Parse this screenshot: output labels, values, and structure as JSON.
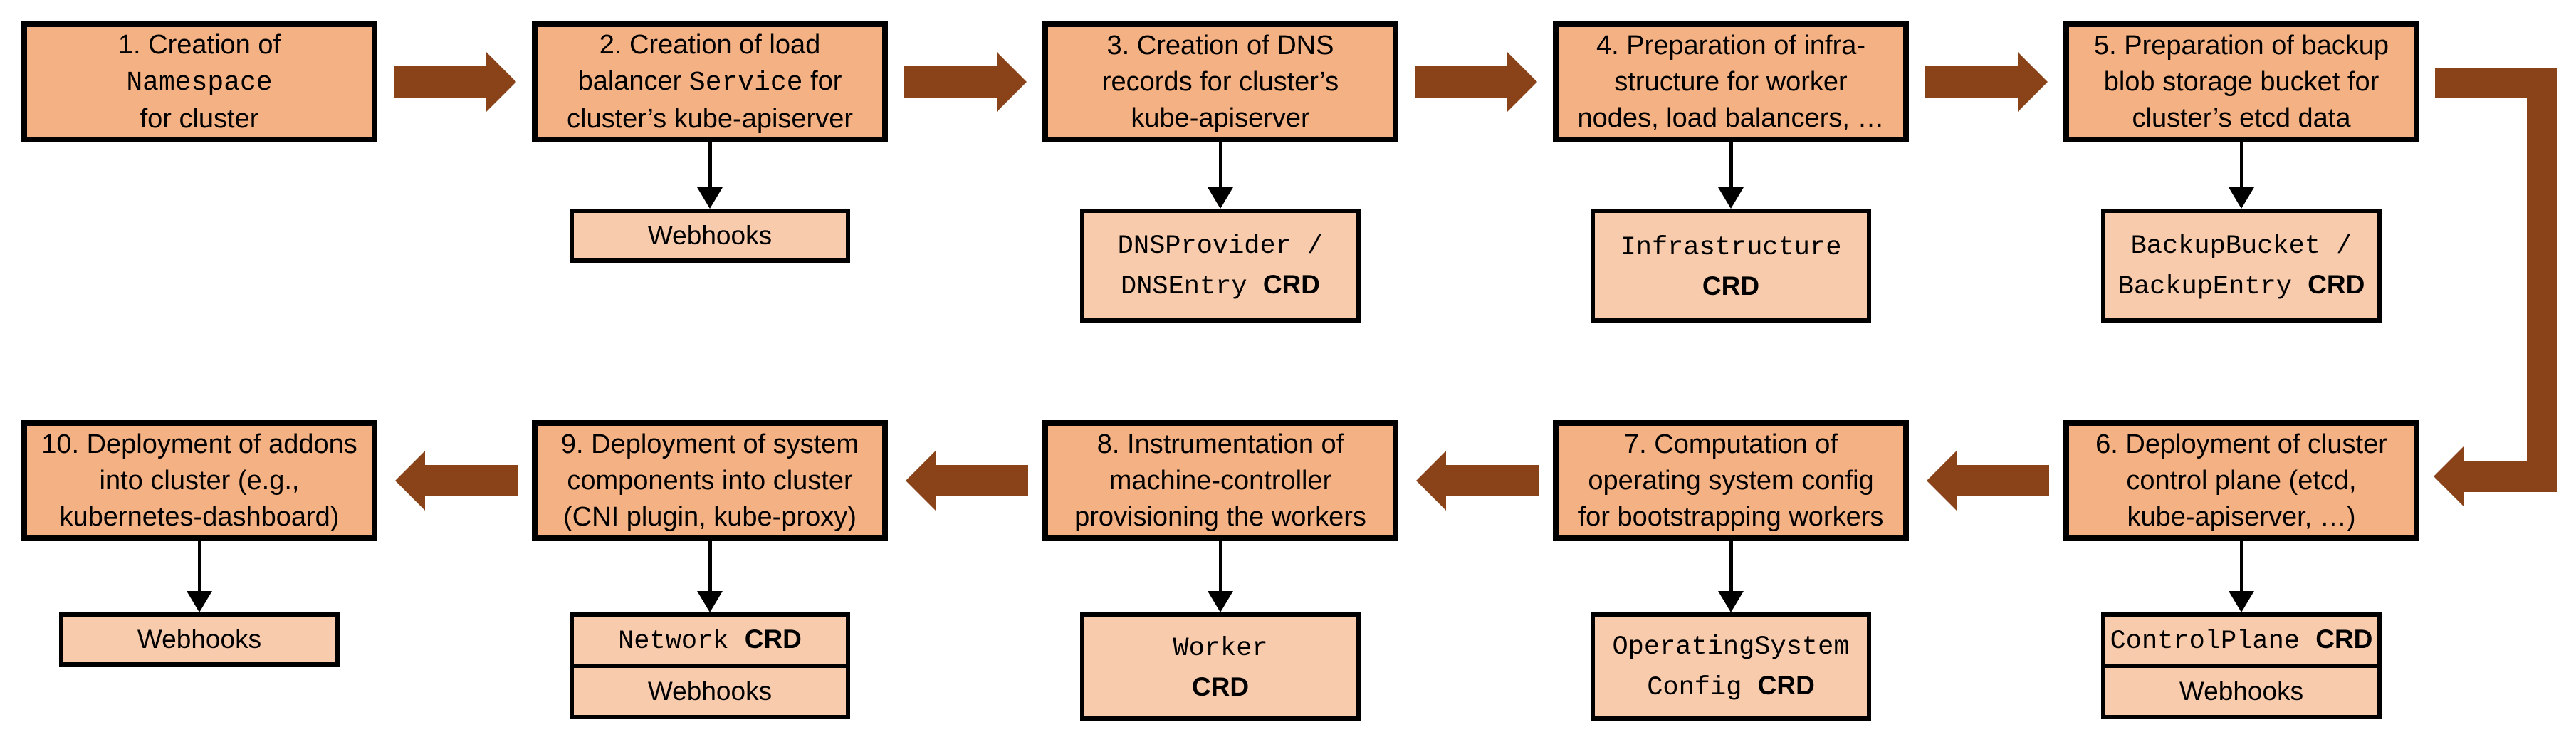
{
  "colors": {
    "background": "#FFFFFF",
    "step_fill": "#F4B183",
    "artifact_fill": "#F8CBAD",
    "box_border": "#000000",
    "flow_arrow": "#8A4318",
    "connector_arrow": "#000000"
  },
  "steps": [
    {
      "id": 1,
      "row": 0,
      "col": 0,
      "title_lines": [
        [
          {
            "t": "1. Creation of",
            "f": "s"
          }
        ],
        [
          {
            "t": "Namespace",
            "f": "m"
          }
        ],
        [
          {
            "t": "for cluster",
            "f": "s"
          }
        ]
      ],
      "artifacts": []
    },
    {
      "id": 2,
      "row": 0,
      "col": 1,
      "title_lines": [
        [
          {
            "t": "2. Creation of load",
            "f": "s"
          }
        ],
        [
          {
            "t": "balancer ",
            "f": "s"
          },
          {
            "t": "Service",
            "f": "m"
          },
          {
            "t": " for",
            "f": "s"
          }
        ],
        [
          {
            "t": "cluster’s kube-apiserver",
            "f": "s"
          }
        ]
      ],
      "artifacts": [
        {
          "name": "webhooks",
          "h": 76,
          "lines": [
            [
              {
                "t": "Webhooks",
                "f": "s"
              }
            ]
          ]
        }
      ]
    },
    {
      "id": 3,
      "row": 0,
      "col": 2,
      "title_lines": [
        [
          {
            "t": "3. Creation of DNS",
            "f": "s"
          }
        ],
        [
          {
            "t": "records for cluster’s",
            "f": "s"
          }
        ],
        [
          {
            "t": "kube-apiserver",
            "f": "s"
          }
        ]
      ],
      "artifacts": [
        {
          "name": "dnsprovider-dnsentry-crd",
          "h": 160,
          "lines": [
            [
              {
                "t": "DNSProvider /",
                "f": "m"
              }
            ],
            [
              {
                "t": "DNSEntry ",
                "f": "m"
              },
              {
                "t": "CRD",
                "f": "b"
              }
            ]
          ]
        }
      ]
    },
    {
      "id": 4,
      "row": 0,
      "col": 3,
      "title_lines": [
        [
          {
            "t": "4. Preparation of infra-",
            "f": "s"
          }
        ],
        [
          {
            "t": "structure for worker",
            "f": "s"
          }
        ],
        [
          {
            "t": "nodes, load balancers, …",
            "f": "s"
          }
        ]
      ],
      "artifacts": [
        {
          "name": "infrastructure-crd",
          "h": 160,
          "lines": [
            [
              {
                "t": "Infrastructure",
                "f": "m"
              }
            ],
            [
              {
                "t": "CRD",
                "f": "b"
              }
            ]
          ]
        }
      ]
    },
    {
      "id": 5,
      "row": 0,
      "col": 4,
      "title_lines": [
        [
          {
            "t": "5. Preparation of backup",
            "f": "s"
          }
        ],
        [
          {
            "t": "blob storage bucket for",
            "f": "s"
          }
        ],
        [
          {
            "t": "cluster’s etcd data",
            "f": "s"
          }
        ]
      ],
      "artifacts": [
        {
          "name": "backupbucket-backupentry-crd",
          "h": 160,
          "lines": [
            [
              {
                "t": "BackupBucket /",
                "f": "m"
              }
            ],
            [
              {
                "t": "BackupEntry ",
                "f": "m"
              },
              {
                "t": "CRD",
                "f": "b"
              }
            ]
          ]
        }
      ]
    },
    {
      "id": 6,
      "row": 1,
      "col": 4,
      "title_lines": [
        [
          {
            "t": "6. Deployment of cluster",
            "f": "s"
          }
        ],
        [
          {
            "t": "control plane (etcd,",
            "f": "s"
          }
        ],
        [
          {
            "t": "kube-apiserver, …)",
            "f": "s"
          }
        ]
      ],
      "artifacts": [
        {
          "name": "controlplane-crd",
          "h": 78,
          "lines": [
            [
              {
                "t": "ControlPlane ",
                "f": "m"
              },
              {
                "t": "CRD",
                "f": "b"
              }
            ]
          ]
        },
        {
          "name": "webhooks",
          "h": 78,
          "lines": [
            [
              {
                "t": "Webhooks",
                "f": "s"
              }
            ]
          ]
        }
      ]
    },
    {
      "id": 7,
      "row": 1,
      "col": 3,
      "title_lines": [
        [
          {
            "t": "7. Computation of",
            "f": "s"
          }
        ],
        [
          {
            "t": "operating system config",
            "f": "s"
          }
        ],
        [
          {
            "t": "for bootstrapping workers",
            "f": "s"
          }
        ]
      ],
      "artifacts": [
        {
          "name": "operatingsystemconfig-crd",
          "h": 152,
          "lines": [
            [
              {
                "t": "OperatingSystem",
                "f": "m"
              }
            ],
            [
              {
                "t": "Config ",
                "f": "m"
              },
              {
                "t": "CRD",
                "f": "b"
              }
            ]
          ]
        }
      ]
    },
    {
      "id": 8,
      "row": 1,
      "col": 2,
      "title_lines": [
        [
          {
            "t": "8. Instrumentation of",
            "f": "s"
          }
        ],
        [
          {
            "t": "machine-controller",
            "f": "s"
          }
        ],
        [
          {
            "t": "provisioning the workers",
            "f": "s"
          }
        ]
      ],
      "artifacts": [
        {
          "name": "worker-crd",
          "h": 152,
          "lines": [
            [
              {
                "t": "Worker",
                "f": "m"
              }
            ],
            [
              {
                "t": "CRD",
                "f": "b"
              }
            ]
          ]
        }
      ]
    },
    {
      "id": 9,
      "row": 1,
      "col": 1,
      "title_lines": [
        [
          {
            "t": "9. Deployment of system",
            "f": "s"
          }
        ],
        [
          {
            "t": "components into cluster",
            "f": "s"
          }
        ],
        [
          {
            "t": "(CNI plugin, kube-proxy)",
            "f": "s"
          }
        ]
      ],
      "artifacts": [
        {
          "name": "network-crd",
          "h": 78,
          "lines": [
            [
              {
                "t": "Network ",
                "f": "m"
              },
              {
                "t": "CRD",
                "f": "b"
              }
            ]
          ]
        },
        {
          "name": "webhooks",
          "h": 78,
          "lines": [
            [
              {
                "t": "Webhooks",
                "f": "s"
              }
            ]
          ]
        }
      ]
    },
    {
      "id": 10,
      "row": 1,
      "col": 0,
      "title_lines": [
        [
          {
            "t": "10. Deployment of addons",
            "f": "s"
          }
        ],
        [
          {
            "t": "into cluster (e.g.,",
            "f": "s"
          }
        ],
        [
          {
            "t": "kubernetes-dashboard)",
            "f": "s"
          }
        ]
      ],
      "artifacts": [
        {
          "name": "webhooks",
          "h": 76,
          "lines": [
            [
              {
                "t": "Webhooks",
                "f": "s"
              }
            ]
          ]
        }
      ]
    }
  ],
  "flow": {
    "top_row_direction": "right",
    "bottom_row_direction": "left",
    "elbow_connects_steps": [
      5,
      6
    ]
  }
}
